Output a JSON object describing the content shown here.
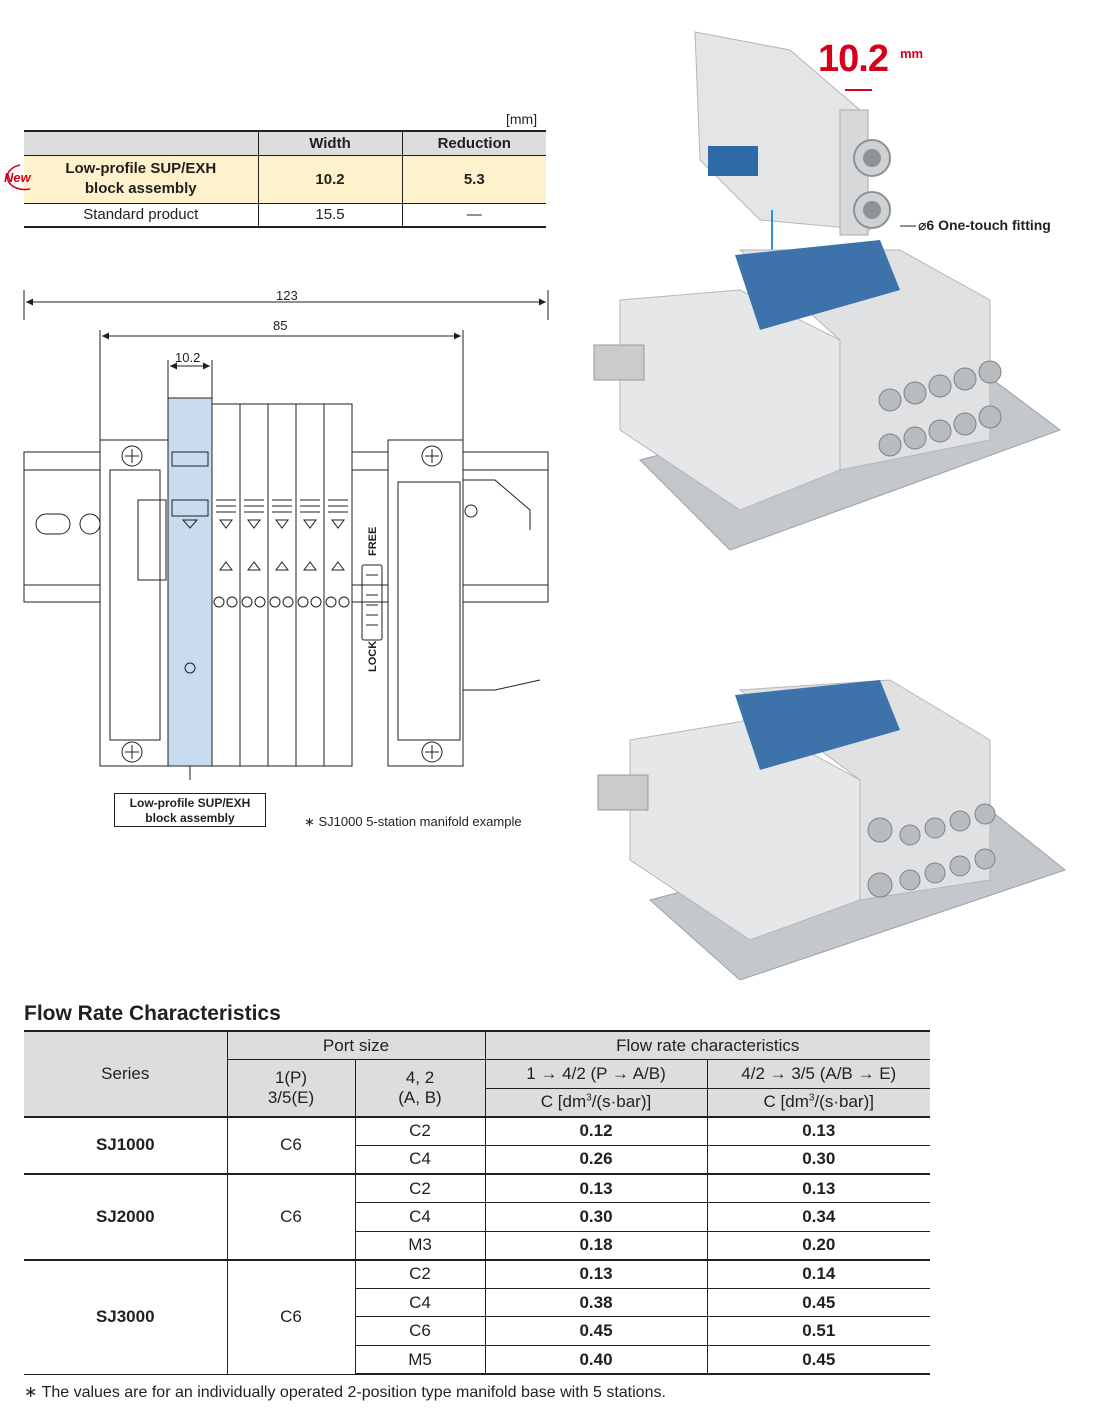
{
  "width_table": {
    "unit": "[mm]",
    "headers": [
      "",
      "Width",
      "Reduction"
    ],
    "new_badge": "New",
    "highlight_row": {
      "label_line1": "Low-profile SUP/EXH",
      "label_line2": "block assembly",
      "width": "10.2",
      "reduction": "5.3"
    },
    "standard_row": {
      "label": "Standard product",
      "width": "15.5",
      "reduction": "—"
    }
  },
  "drawing": {
    "dim_overall": "123",
    "dim_inner": "85",
    "dim_block": "10.2",
    "lock_label": "LOCK",
    "free_label": "FREE",
    "callout_line1": "Low-profile SUP/EXH",
    "callout_line2": "block assembly",
    "example_note": "∗ SJ1000 5-station manifold example"
  },
  "photo": {
    "dimension_value": "10.2",
    "dimension_unit": "mm",
    "fitting_label": "⌀6 One-touch fitting"
  },
  "flow_table": {
    "title": "Flow Rate Characteristics",
    "header": {
      "series": "Series",
      "port_size": "Port size",
      "port_p_line1": "1(P)",
      "port_p_line2": "3/5(E)",
      "port_ab_line1": "4, 2",
      "port_ab_line2": "(A, B)",
      "flow_rate": "Flow rate characteristics",
      "dir1": "1 → 4/2 (P → A/B)",
      "dir2": "4/2 → 3/5 (A/B → E)",
      "unit_prefix": "C [dm",
      "unit_sup": "3",
      "unit_suffix": "/(s·bar)]"
    },
    "groups": [
      {
        "series": "SJ1000",
        "p_port": "C6",
        "rows": [
          {
            "ab": "C2",
            "f1": "0.12",
            "f2": "0.13"
          },
          {
            "ab": "C4",
            "f1": "0.26",
            "f2": "0.30"
          }
        ]
      },
      {
        "series": "SJ2000",
        "p_port": "C6",
        "rows": [
          {
            "ab": "C2",
            "f1": "0.13",
            "f2": "0.13"
          },
          {
            "ab": "C4",
            "f1": "0.30",
            "f2": "0.34"
          },
          {
            "ab": "M3",
            "f1": "0.18",
            "f2": "0.20"
          }
        ]
      },
      {
        "series": "SJ3000",
        "p_port": "C6",
        "rows": [
          {
            "ab": "C2",
            "f1": "0.13",
            "f2": "0.14"
          },
          {
            "ab": "C4",
            "f1": "0.38",
            "f2": "0.45"
          },
          {
            "ab": "C6",
            "f1": "0.45",
            "f2": "0.51"
          },
          {
            "ab": "M5",
            "f1": "0.40",
            "f2": "0.45"
          }
        ]
      }
    ],
    "footnote": "∗ The values are for an individually operated 2-position type manifold base with 5 stations."
  }
}
